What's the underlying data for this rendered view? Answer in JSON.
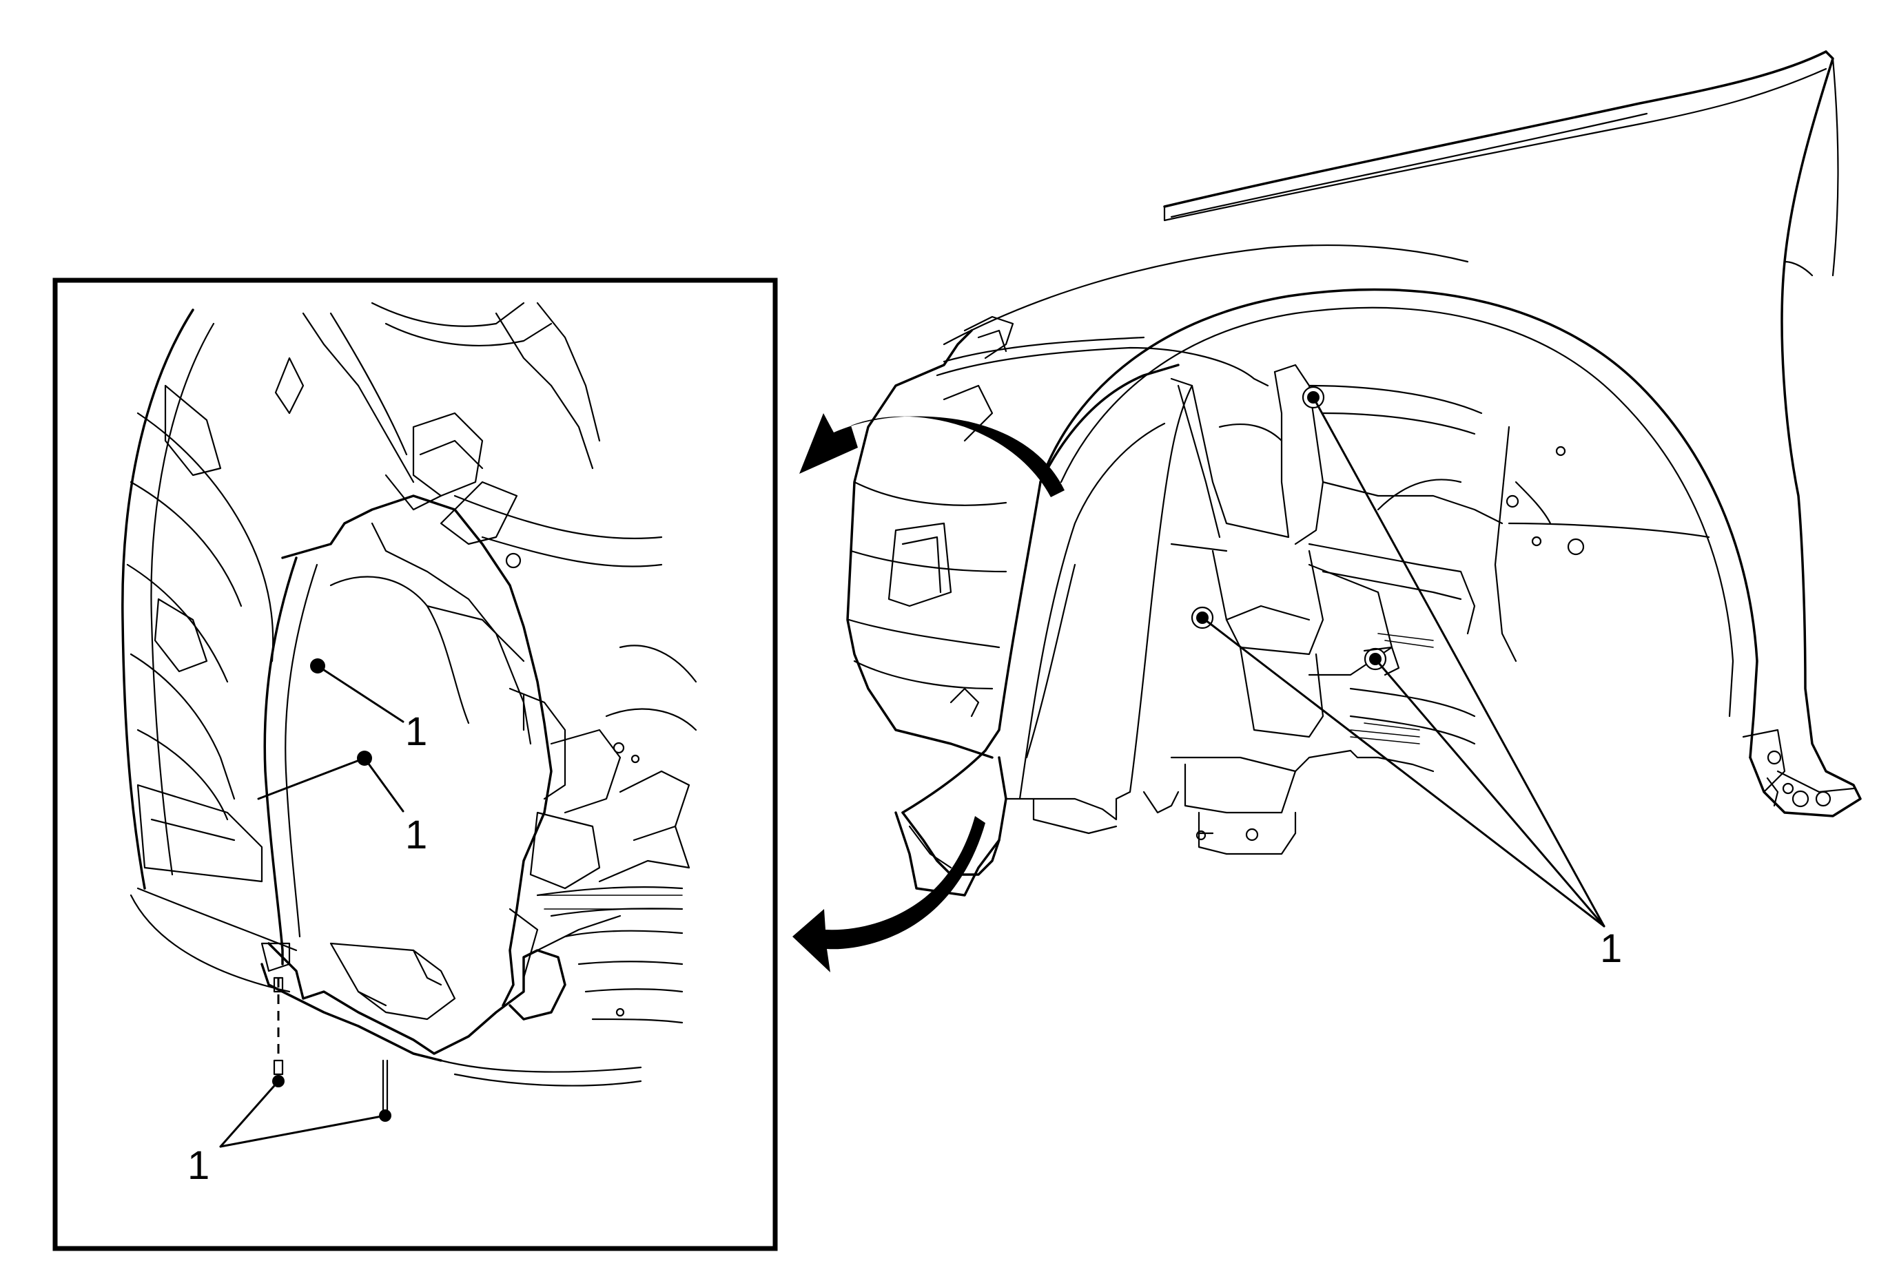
{
  "callouts": {
    "inset_upper": "1",
    "inset_middle": "1",
    "inset_lower": "1",
    "main_view": "1"
  }
}
